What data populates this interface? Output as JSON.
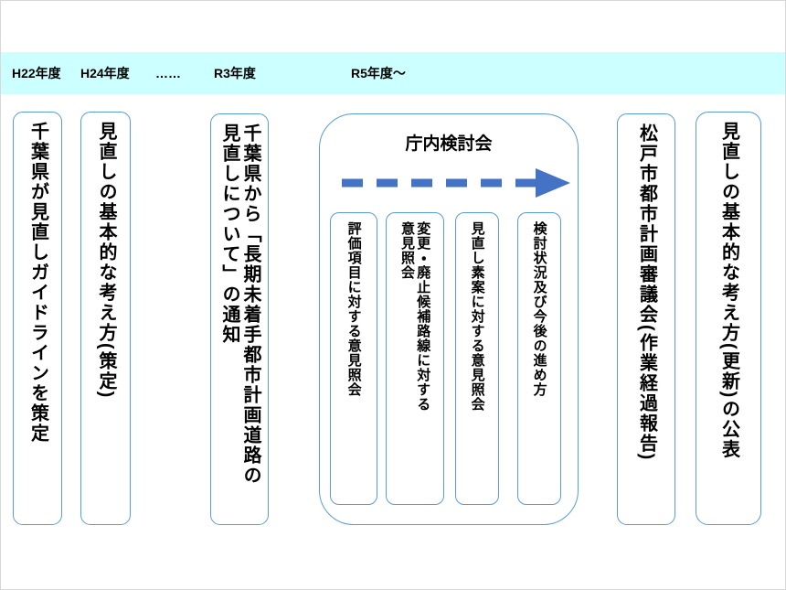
{
  "timeline_band": {
    "background": "#ccffff",
    "labels": [
      {
        "text": "H22年度"
      },
      {
        "text": "H24年度"
      },
      {
        "text": "……"
      },
      {
        "text": "R3年度"
      },
      {
        "text": "R5年度〜"
      }
    ]
  },
  "process_boxes": {
    "chiba_guideline": {
      "line1": "千葉県が見直しガイドラインを策定"
    },
    "basic_policy": {
      "line1": "見直しの基本的な考え方(策定)"
    },
    "chiba_notice": {
      "line1": "千葉県から「長期未着手都市計画道路の",
      "line2": "見直しについて」の通知"
    },
    "city_council": {
      "line1": "松戸市都市計画審議会(作業経過報告)"
    },
    "policy_update": {
      "line1": "見直しの基本的な考え方(更新)の公表"
    }
  },
  "study_group": {
    "title": "庁内検討会",
    "arrow_color": "#4472c4",
    "steps": [
      {
        "line1": "評価項目に対する意見照会"
      },
      {
        "line1": "変更・廃止候補路線に対する",
        "line2": "意見照会"
      },
      {
        "line1": "見直し素案に対する意見照会"
      },
      {
        "line1": "検討状況及び今後の進め方"
      }
    ]
  },
  "colors": {
    "band_background": "#ccffff",
    "box_border": "#5b9bd5",
    "arrow": "#4472c4",
    "text": "#000000"
  }
}
